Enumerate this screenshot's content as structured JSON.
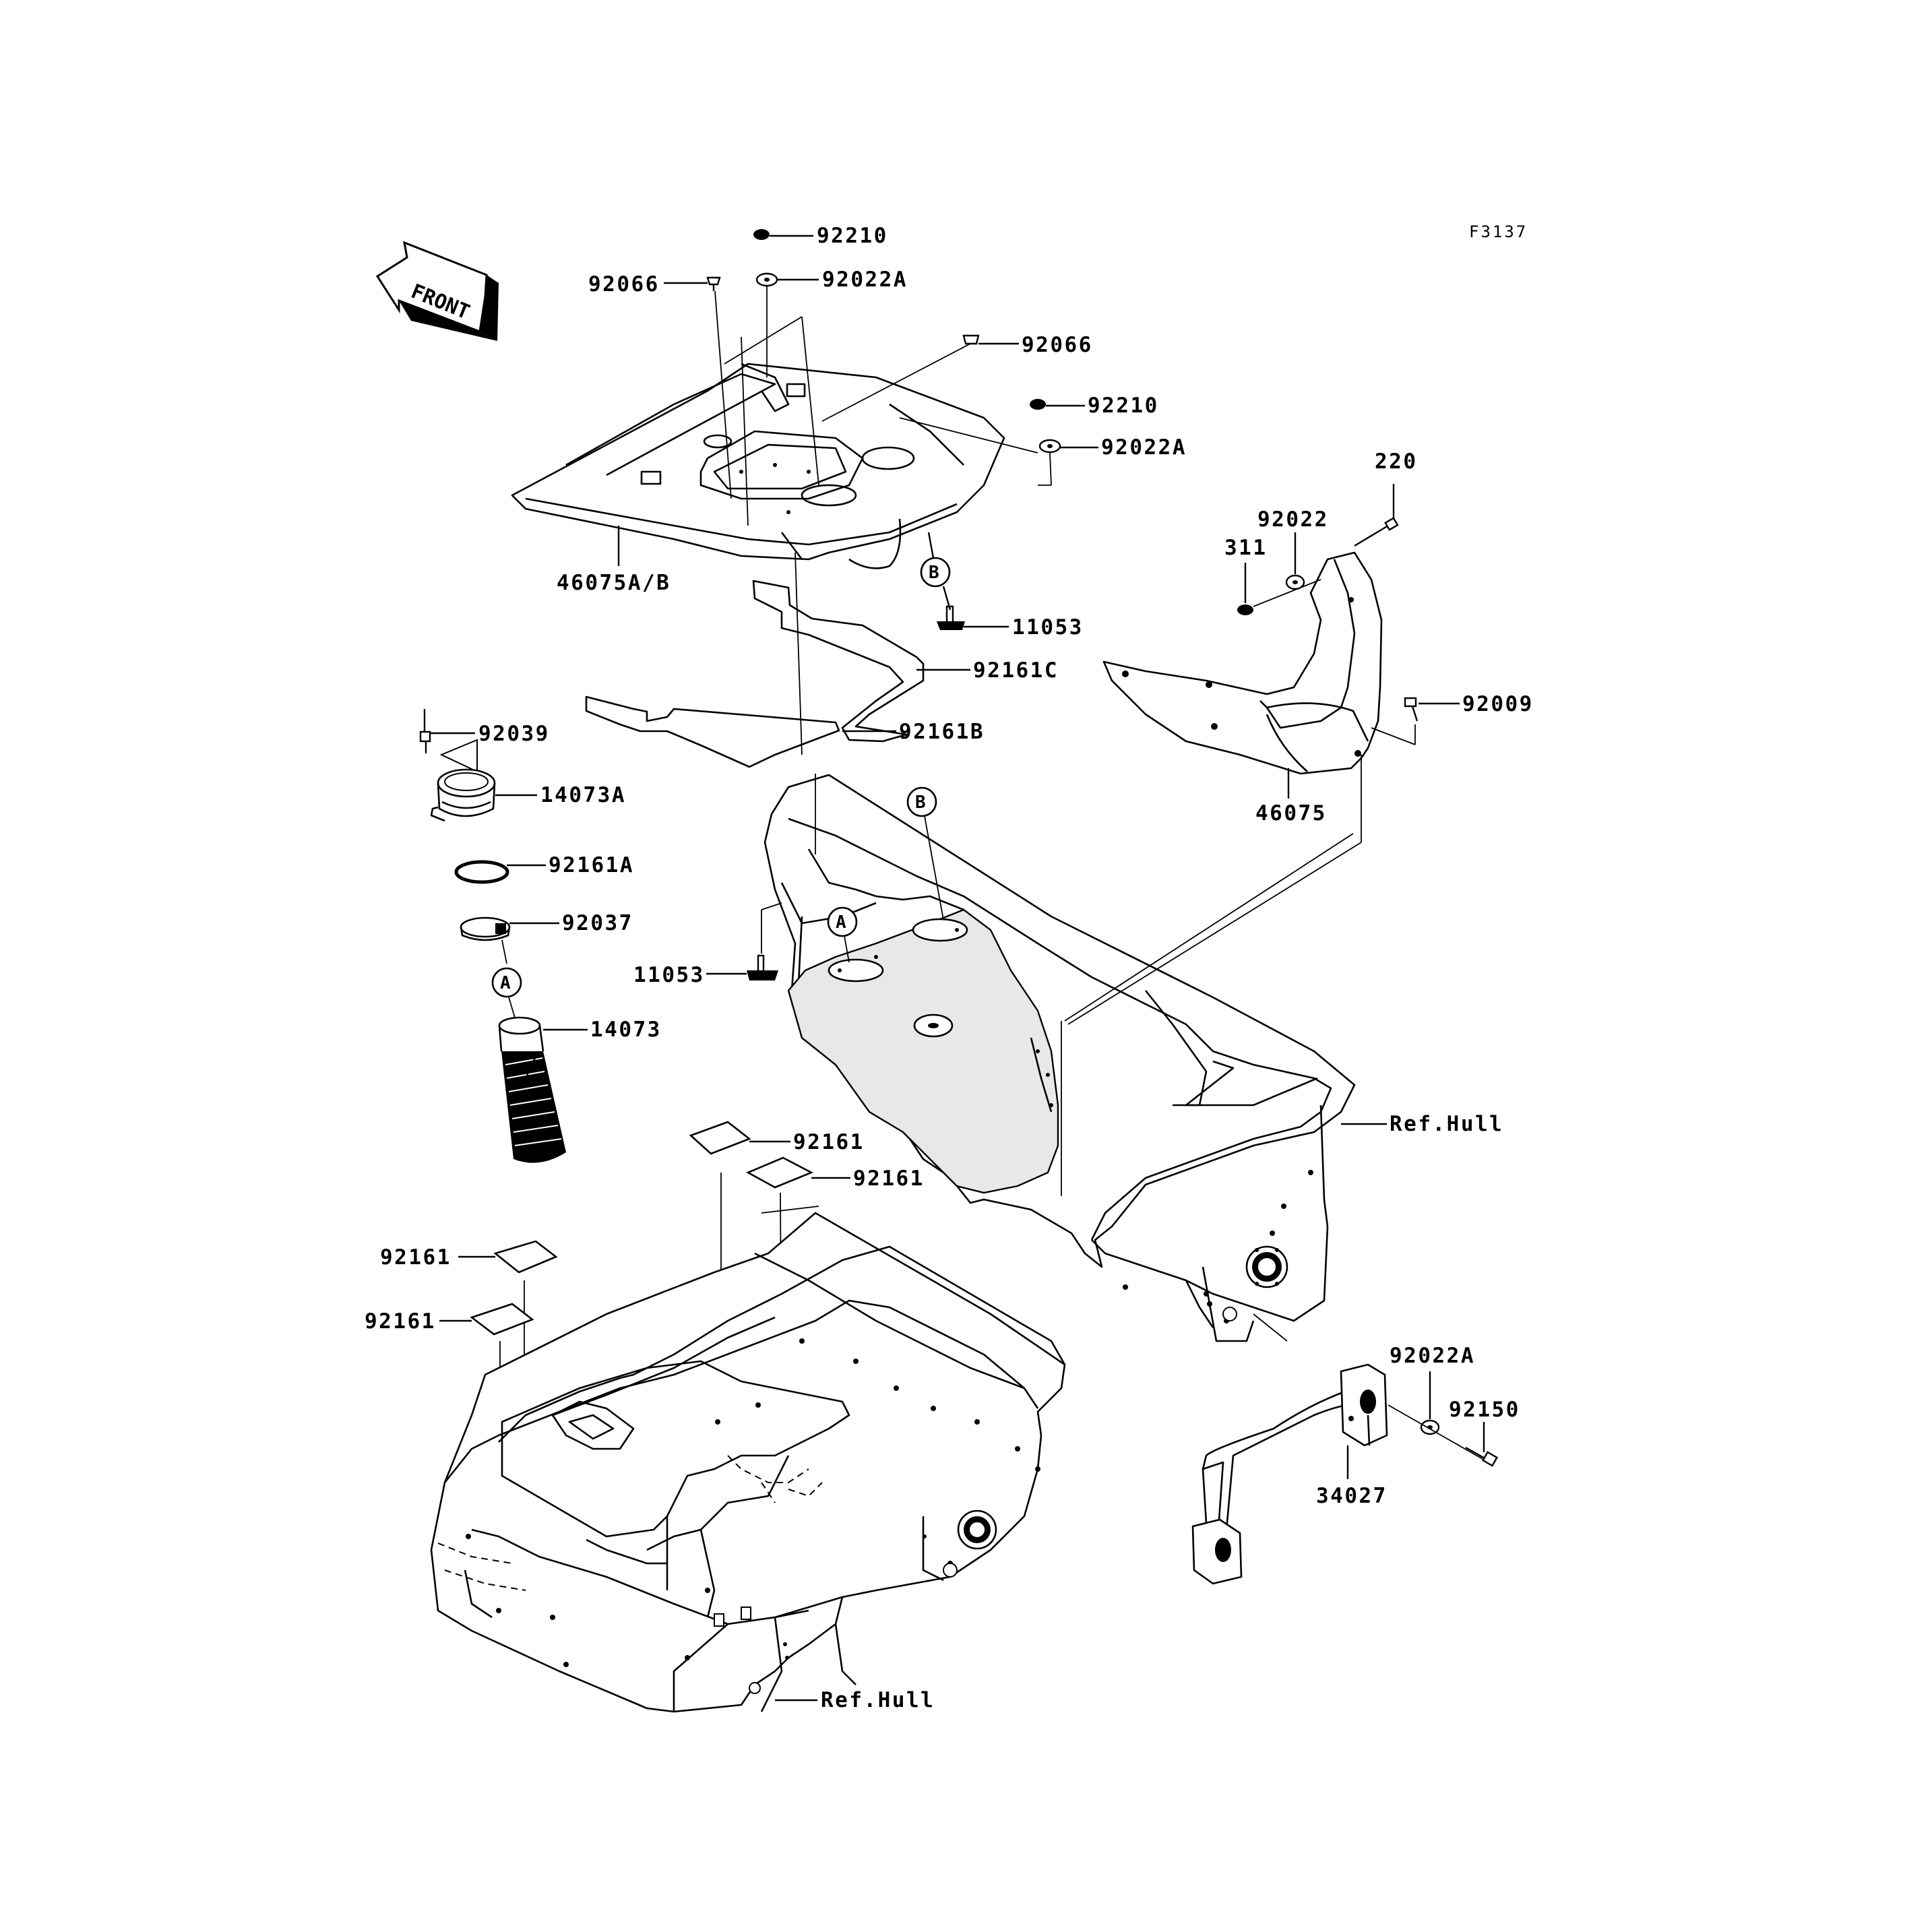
{
  "figure_code": "F3137",
  "front_arrow_text": "FRONT",
  "parts": {
    "p92210_top": "92210",
    "p92066_left": "92066",
    "p92022A_top": "92022A",
    "p92066_right": "92066",
    "p92210_right": "92210",
    "p92022A_right": "92022A",
    "p46075AB": "46075A/B",
    "p11053_upper": "11053",
    "p92161C": "92161C",
    "p92161B": "92161B",
    "p92039": "92039",
    "p14073A": "14073A",
    "p92161A": "92161A",
    "p92037": "92037",
    "p14073": "14073",
    "p11053_lower": "11053",
    "p220": "220",
    "p92022": "92022",
    "p311": "311",
    "p92009": "92009",
    "p46075": "46075",
    "ref_hull_upper": "Ref.Hull",
    "p92161_1": "92161",
    "p92161_2": "92161",
    "p92161_3": "92161",
    "p92161_4": "92161",
    "p92022A_lower": "92022A",
    "p92150": "92150",
    "p34027": "34027",
    "ref_hull_lower": "Ref.Hull"
  },
  "callouts": {
    "b_upper": "B",
    "b_hull": "B",
    "a_hull": "A",
    "a_hose": "A"
  }
}
